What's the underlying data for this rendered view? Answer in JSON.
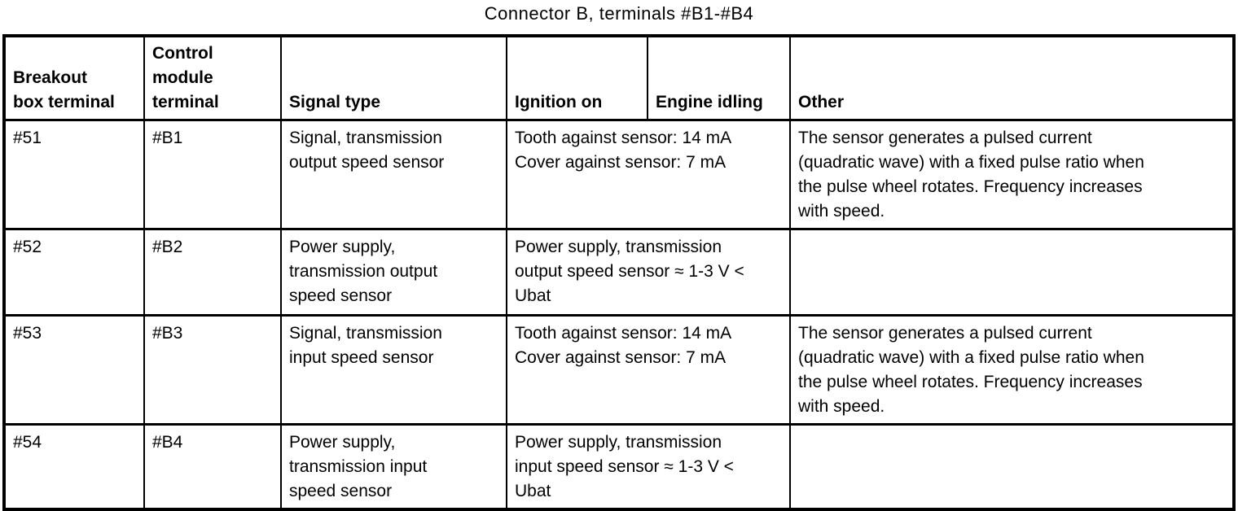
{
  "title": "Connector B, terminals #B1-#B4",
  "colors": {
    "background": "#ffffff",
    "border": "#000000",
    "text": "#000000"
  },
  "table": {
    "headers": {
      "breakout": "Breakout\nbox terminal",
      "module": "Control\nmodule\nterminal",
      "signal": "Signal type",
      "ignition": "Ignition on",
      "idling": "Engine idling",
      "other": "Other"
    },
    "rows": [
      {
        "breakout": "#51",
        "module": "#B1",
        "signal": "Signal, transmission\noutput speed sensor",
        "measurement": "Tooth against sensor: 14 mA\nCover against sensor: 7 mA",
        "other": "The sensor generates a pulsed current\n(quadratic wave) with a fixed pulse ratio when\nthe pulse wheel rotates. Frequency increases\nwith speed."
      },
      {
        "breakout": "#52",
        "module": "#B2",
        "signal": "Power supply,\ntransmission output\nspeed sensor",
        "measurement": "Power supply, transmission\noutput speed sensor ≈ 1-3 V <\nUbat",
        "other": ""
      },
      {
        "breakout": "#53",
        "module": "#B3",
        "signal": "Signal, transmission\ninput speed sensor",
        "measurement": "Tooth against sensor: 14 mA\nCover against sensor: 7 mA",
        "other": "The sensor generates a pulsed current\n(quadratic wave) with a fixed pulse ratio when\nthe pulse wheel rotates. Frequency increases\nwith speed."
      },
      {
        "breakout": "#54",
        "module": "#B4",
        "signal": "Power supply,\ntransmission input\nspeed sensor",
        "measurement": "Power supply, transmission\ninput speed sensor ≈ 1-3 V <\nUbat",
        "other": ""
      }
    ]
  }
}
